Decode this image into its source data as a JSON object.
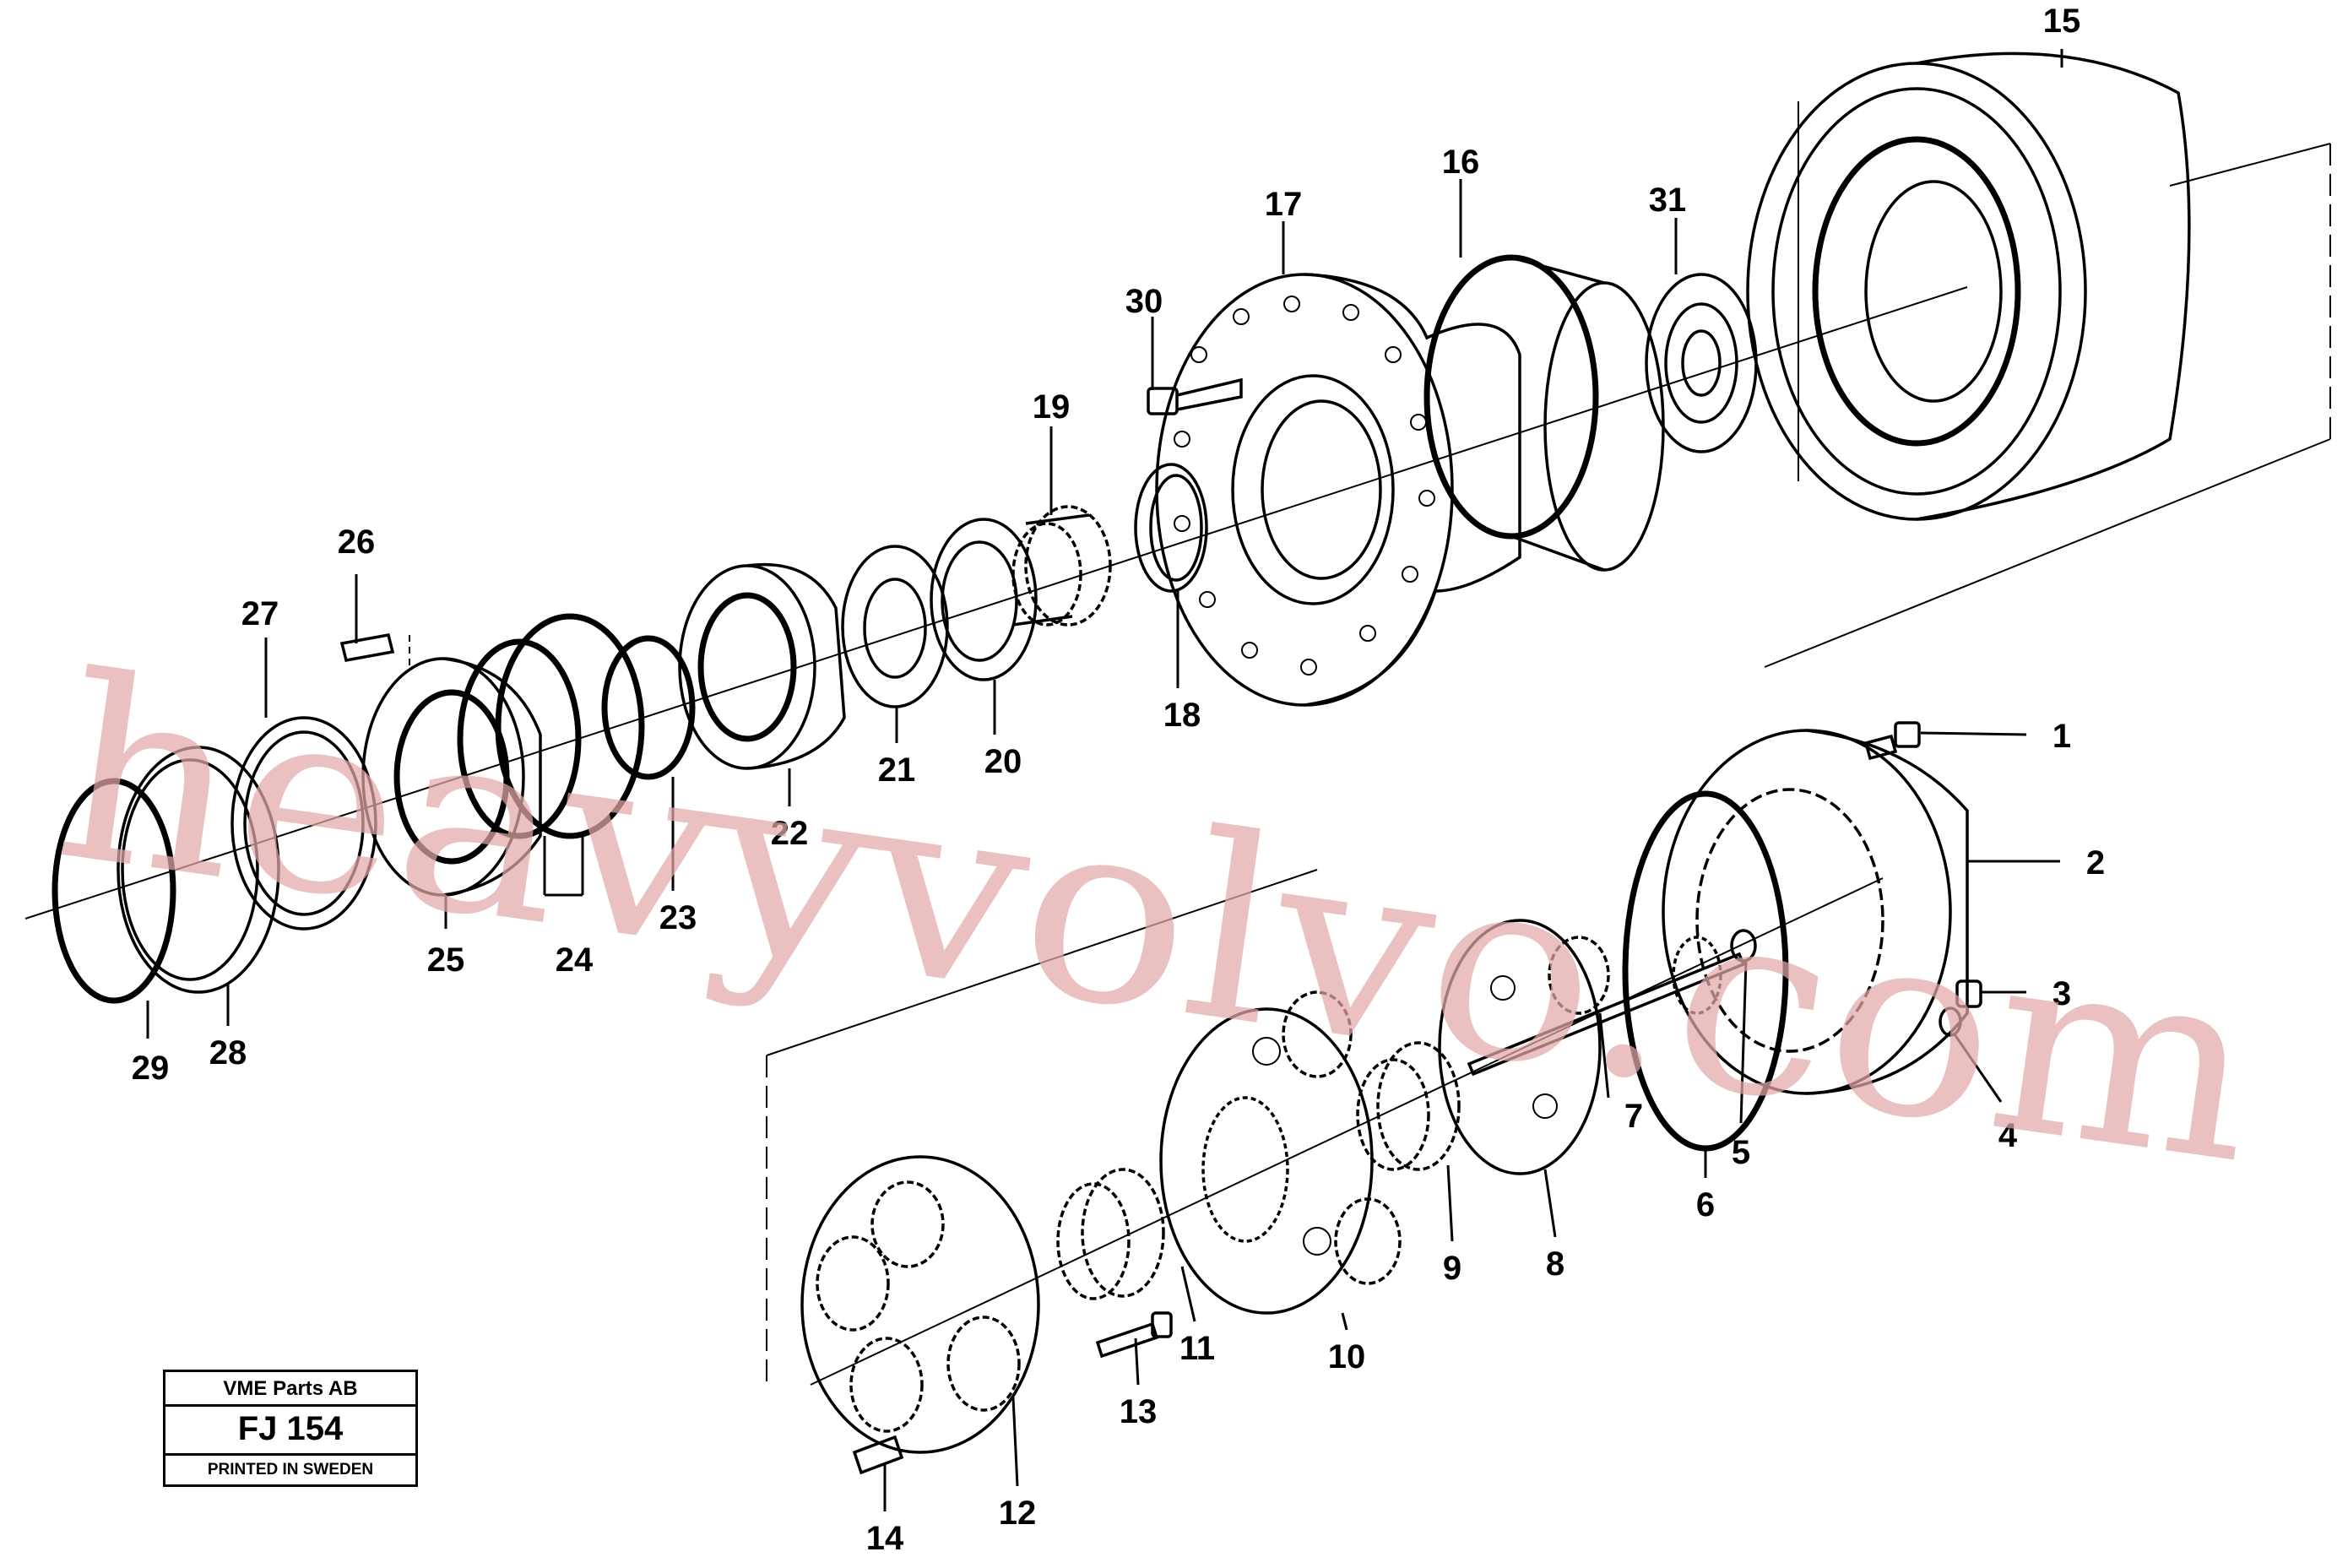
{
  "watermark": "heavyvolvo.com",
  "stamp": {
    "company": "VME Parts AB",
    "code": "FJ 154",
    "printed": "PRINTED IN SWEDEN"
  },
  "callouts": [
    "1",
    "2",
    "3",
    "4",
    "5",
    "6",
    "7",
    "8",
    "9",
    "10",
    "11",
    "12",
    "13",
    "14",
    "15",
    "16",
    "17",
    "18",
    "19",
    "20",
    "21",
    "22",
    "23",
    "24",
    "25",
    "26",
    "27",
    "28",
    "29",
    "30",
    "31"
  ]
}
